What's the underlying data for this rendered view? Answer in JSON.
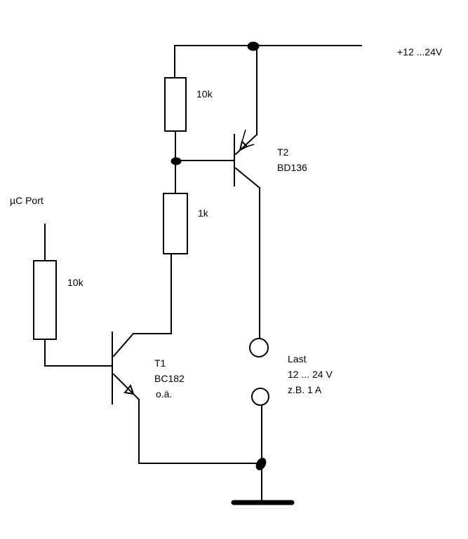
{
  "supply": {
    "label": "+12 ...24V"
  },
  "input": {
    "label": "µC Port"
  },
  "resistors": {
    "r_pullup": "10k",
    "r_base_t2": "1k",
    "r_base_t1": "10k"
  },
  "transistors": {
    "t2": {
      "name": "T2",
      "type": "BD136"
    },
    "t1": {
      "name": "T1",
      "type": "BC182",
      "note": "o.ä."
    }
  },
  "load": {
    "title": "Last",
    "voltage": "12 ... 24 V",
    "current": "z.B. 1 A"
  },
  "colors": {
    "ink": "#000000",
    "background": "#ffffff"
  }
}
